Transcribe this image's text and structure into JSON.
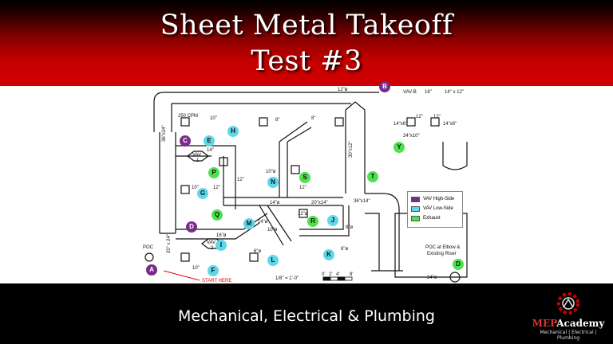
{
  "title": {
    "line1": "Sheet Metal Takeoff",
    "line2": "Test #3"
  },
  "footer": {
    "text": "Mechanical, Electrical & Plumbing"
  },
  "logo": {
    "brand_mep": "MEP",
    "brand_rest": "Academy",
    "subtitle": "Mechanical | Electrical | Plumbing"
  },
  "colors": {
    "banner": "#c40000",
    "footer_bg": "#000000",
    "vav_high": "#7a2a8a",
    "vav_low": "#5fd7e8",
    "exhaust": "#4fe04f"
  },
  "drawing": {
    "labels": {
      "cfm": "250 CPM",
      "main_dim": "36\"x24\"",
      "d_10a": "10\"",
      "d_14": "14\"",
      "d_12a": "12\"",
      "d_12b": "12\"",
      "d_10b": "10\"",
      "d_8a": "8\"",
      "d_8b": "8\"",
      "d_10o": "10\"ø",
      "d_14o": "14\"ø",
      "d_20x14": "20\"x14\"",
      "d_36x14": "36\"x14\"",
      "d_30x12": "30\"x12\"",
      "d_24x10": "24\"x10\"",
      "d_14x6a": "14\"x6\"",
      "d_14x6b": "14\"x6\"",
      "d_12c": "12\"",
      "d_12d": "12\"",
      "d_12e": "12\"",
      "d_12x": "12\"ø",
      "d_16o": "16\"ø",
      "d_6o": "6\"ø",
      "d_8o": "8\"ø",
      "d_6o2": "6\"ø",
      "d_10o2": "10\"ø",
      "d_14o2": "14\"ø",
      "d_10c": "10\"",
      "d_20x24": "20\" x 24\"",
      "d_24o": "24\"ø",
      "poc": "POC",
      "start": "START HERE",
      "vav1": "VAV",
      "vav1n": "1",
      "vav2": "VAV",
      "vav2n": "2",
      "poc_elbow": "POC at Elbow &",
      "existing_riser": "Existing Riser",
      "scale": "1/8\" = 1'-0\"",
      "sc0": "0'",
      "sc2": "2'",
      "sc4": "4'",
      "sc8": "8'",
      "table_vav": "VAV-B",
      "table_16": "16\"",
      "table_14x12": "14\" x 12\"",
      "top12": "12\"ø"
    },
    "markers": [
      {
        "letter": "A",
        "kind": "vav-high"
      },
      {
        "letter": "B",
        "kind": "vav-high"
      },
      {
        "letter": "C",
        "kind": "vav-high"
      },
      {
        "letter": "D",
        "kind": "vav-high"
      },
      {
        "letter": "E",
        "kind": "vav-low"
      },
      {
        "letter": "F",
        "kind": "vav-low"
      },
      {
        "letter": "G",
        "kind": "vav-low"
      },
      {
        "letter": "H",
        "kind": "vav-low"
      },
      {
        "letter": "I",
        "kind": "vav-low"
      },
      {
        "letter": "J",
        "kind": "vav-low"
      },
      {
        "letter": "K",
        "kind": "vav-low"
      },
      {
        "letter": "L",
        "kind": "vav-low"
      },
      {
        "letter": "M",
        "kind": "vav-low"
      },
      {
        "letter": "N",
        "kind": "vav-low"
      },
      {
        "letter": "P",
        "kind": "exhaust"
      },
      {
        "letter": "Q",
        "kind": "exhaust"
      },
      {
        "letter": "R",
        "kind": "exhaust"
      },
      {
        "letter": "S",
        "kind": "exhaust"
      },
      {
        "letter": "T",
        "kind": "exhaust"
      },
      {
        "letter": "Y",
        "kind": "exhaust"
      },
      {
        "letter": "D",
        "kind": "exhaust"
      }
    ],
    "legend": [
      {
        "label": "VAV High-Side",
        "color": "#7a2a8a"
      },
      {
        "label": "VAV Low-Side",
        "color": "#5fd7e8"
      },
      {
        "label": "Exhaust",
        "color": "#4fe04f"
      }
    ]
  }
}
